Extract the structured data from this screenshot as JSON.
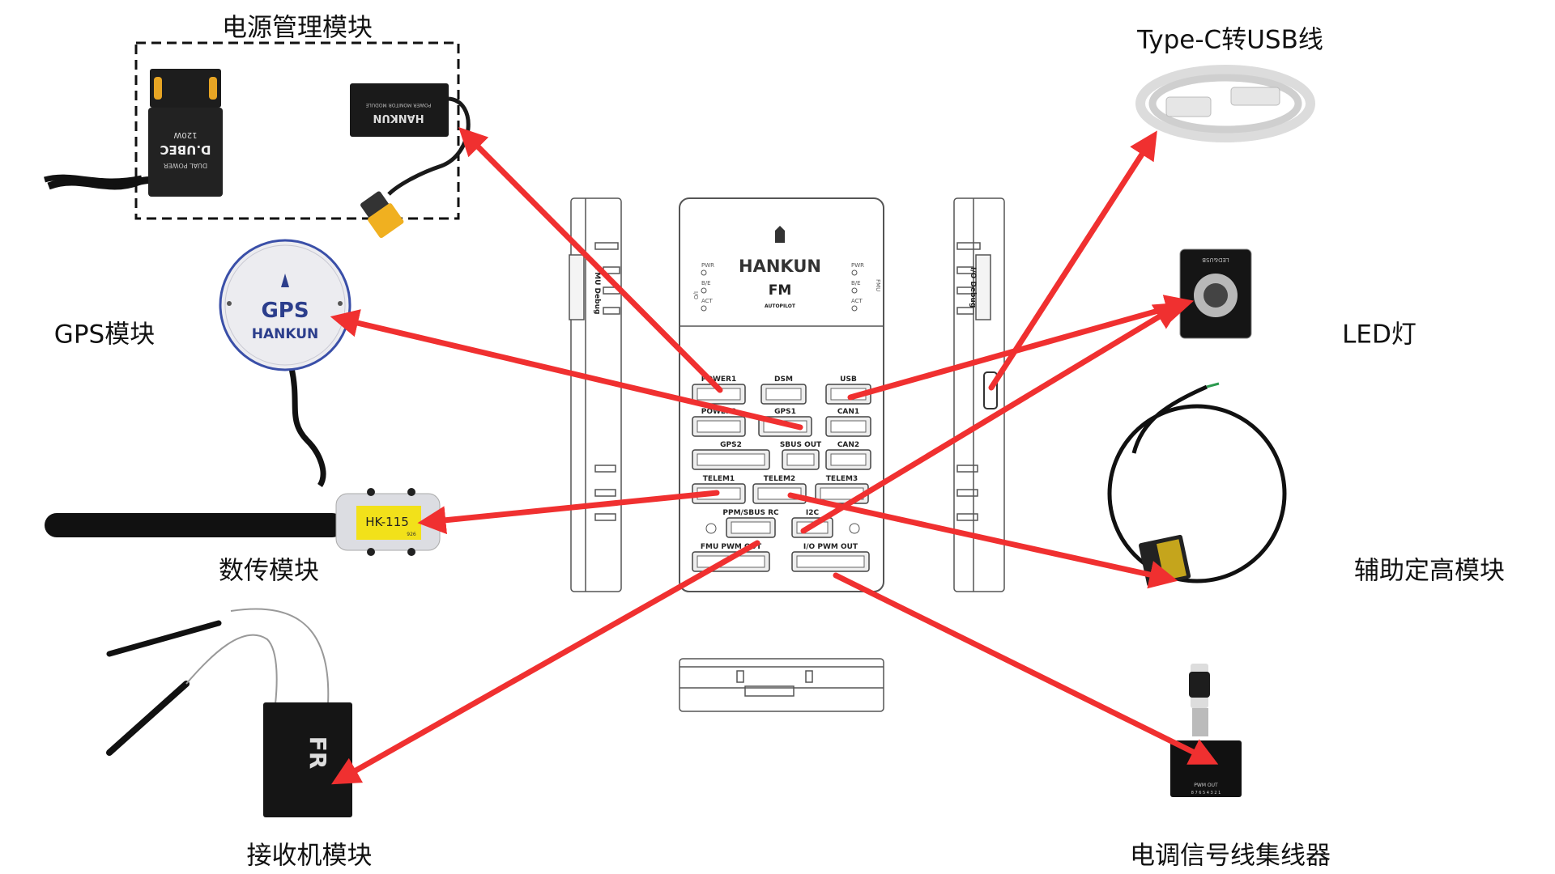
{
  "title": "HANKUN FM Autopilot wiring diagram",
  "labels": {
    "power": "电源管理模块",
    "usb_cable": "Type-C转USB线",
    "gps": "GPS模块",
    "led": "LED灯",
    "telemetry": "数传模块",
    "height": "辅助定高模块",
    "receiver": "接收机模块",
    "esc_hub": "电调信号线集线器"
  },
  "board": {
    "brand": "HANKUN",
    "model": "FM",
    "subtitle": "AUTOPILOT",
    "left_leds": [
      "PWR",
      "B/E",
      "ACT"
    ],
    "left_group": "I/O",
    "right_leds": [
      "PWR",
      "B/E",
      "ACT"
    ],
    "right_group": "FMU",
    "left_side_label": "FMU Debug",
    "right_side_label": "I/O Debug",
    "ports": {
      "power1": "POWER1",
      "dsm": "DSM",
      "usb": "USB",
      "power2": "POWER2",
      "gps1": "GPS1",
      "can1": "CAN1",
      "gps2": "GPS2",
      "sbus_out": "SBUS OUT",
      "can2": "CAN2",
      "telem1": "TELEM1",
      "telem2": "TELEM2",
      "telem3": "TELEM3",
      "ppm": "PPM/SBUS RC",
      "i2c": "I2C",
      "fmu_pwm": "FMU PWM OUT",
      "io_pwm": "I/O PWM OUT"
    }
  },
  "devices": {
    "dubec_brand": "D.UBEC",
    "dubec_sub": "DUAL POWER",
    "dubec_power": "120W",
    "pm_brand": "HANKUN",
    "pm_sub": "POWER MONITOR MODULE",
    "gps_text": "GPS",
    "gps_brand": "HANKUN",
    "led_text": "LED&USB",
    "radio_label": "HK-115",
    "radio_sub": "926",
    "receiver_text": "FR",
    "hub_text": "PWM OUT",
    "hub_pins": "8 7 6 5 4 3 2 1"
  },
  "colors": {
    "arrow": "#f03030",
    "line": "#555555"
  }
}
